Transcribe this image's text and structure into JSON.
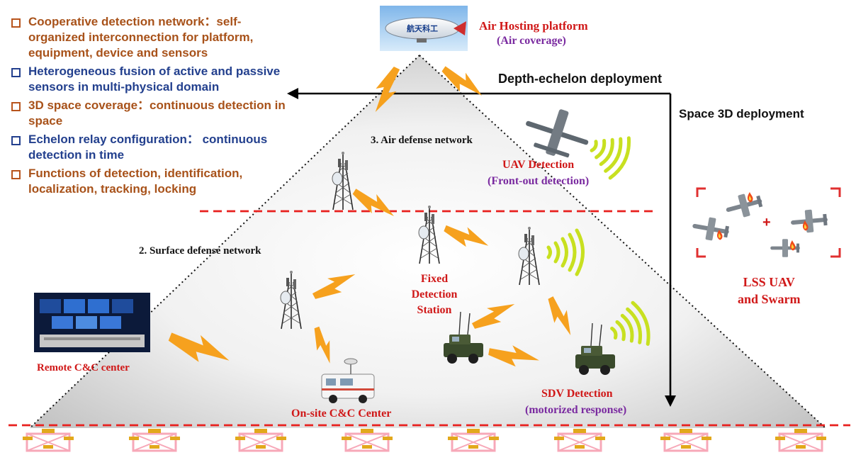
{
  "bullets": [
    {
      "text": "Cooperative detection network：self-organized interconnection for platform, equipment, device and sensors",
      "color": "#a8521a"
    },
    {
      "text": "Heterogeneous fusion of active and passive sensors in multi-physical domain",
      "color": "#23408e"
    },
    {
      "text": "3D space coverage：continuous detection in space",
      "color": "#a8521a"
    },
    {
      "text": "Echelon relay configuration： continuous detection in time",
      "color": "#23408e"
    },
    {
      "text": "Functions of detection, identification, localization, tracking, locking",
      "color": "#a8521a"
    }
  ],
  "labels": {
    "air_platform_title": "Air Hosting platform",
    "air_platform_sub": "(Air coverage)",
    "depth_echelon": "Depth-echelon deployment",
    "space_3d": "Space 3D deployment",
    "air_defense": "3. Air defense network",
    "surface_defense": "2. Surface defense network",
    "uav_detection": "UAV Detection",
    "uav_detection_sub": "(Front-out detection)",
    "fixed_station_1": "Fixed",
    "fixed_station_2": "Detection",
    "fixed_station_3": "Station",
    "remote_cc": "Remote C&C center",
    "onsite_cc": "On-site C&C Center",
    "sdv_detection": "SDV Detection",
    "sdv_detection_sub": "(motorized response)",
    "lss_1": "LSS UAV",
    "lss_2": "and Swarm",
    "airship_text": "航天科工",
    "plus": "+"
  },
  "colors": {
    "red_label": "#d01818",
    "purple_label": "#7a2aa0",
    "bolt": "#f6a11e",
    "dashed_line": "#e8201e",
    "wave": "#c8e020"
  }
}
